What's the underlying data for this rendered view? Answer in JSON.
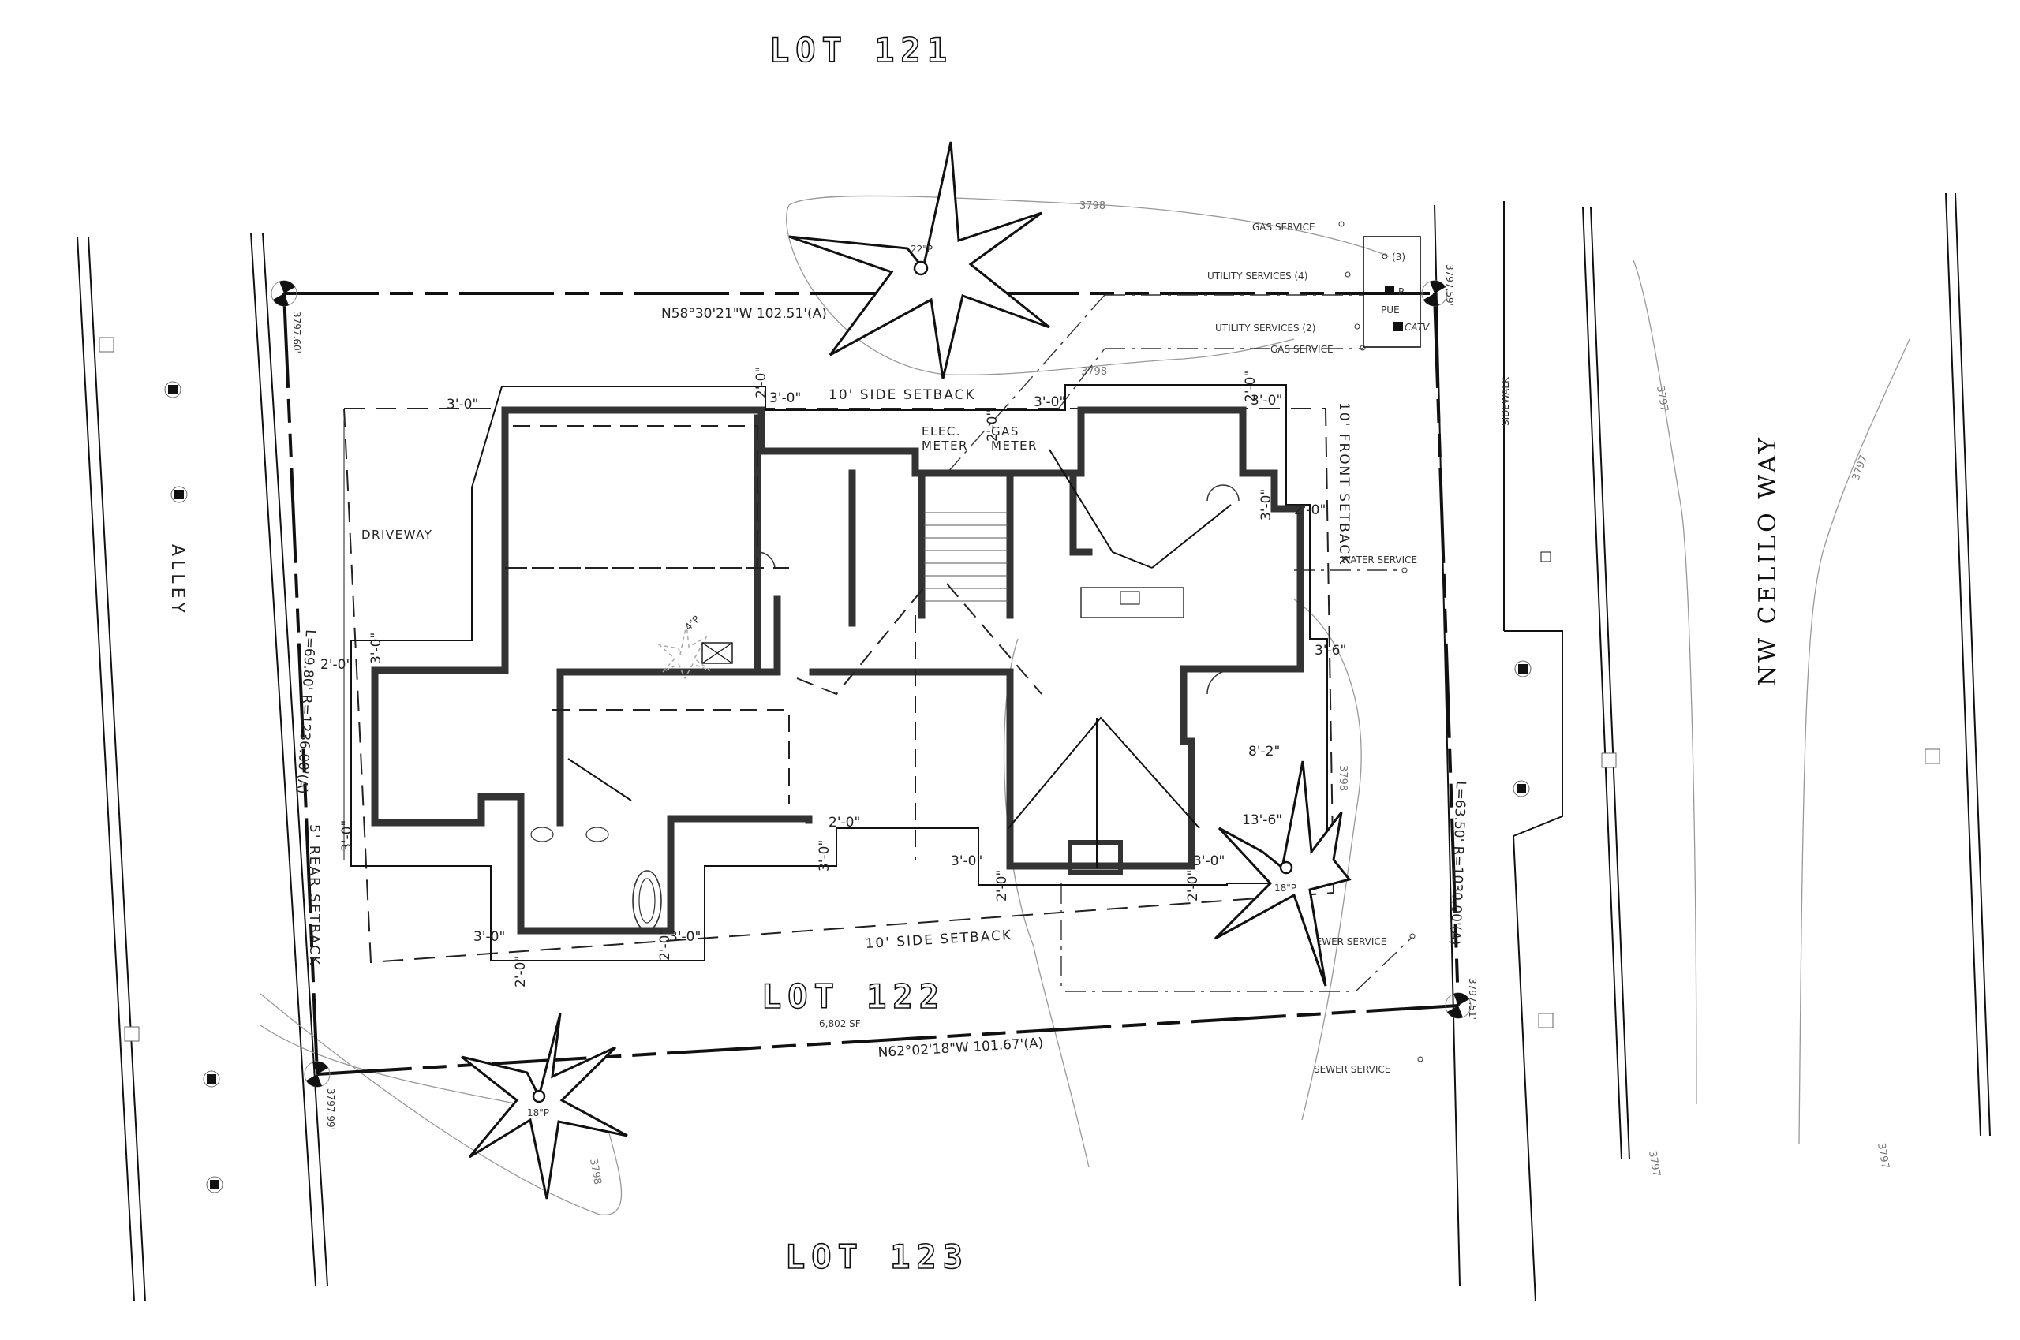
{
  "lots": {
    "north": "LOT 121",
    "subject": "LOT 122",
    "subject_area": "6,802 SF",
    "south": "LOT 123"
  },
  "streets": {
    "front": "NW CELILO WAY",
    "rear": "ALLEY",
    "sidewalk": "SIDEWALK"
  },
  "boundaries": {
    "north_bearing": "N58°30'21\"W   102.51'(A)",
    "south_bearing": "N62°02'18\"W   101.67'(A)",
    "rear_curve": "L=69.80'  R=1236.00'(A)",
    "front_curve": "L=63.50'  R=1030.00'(A)"
  },
  "corner_elevations": {
    "nw": "3797.60'",
    "ne": "3797.59'",
    "se": "3797.51'",
    "sw": "3797.99'"
  },
  "setbacks": {
    "north_side": "10' SIDE SETBACK",
    "south_side": "10' SIDE SETBACK",
    "front": "10' FRONT SETBACK",
    "rear": "5' REAR SETBACK"
  },
  "utilities": {
    "gas_service_top": "GAS SERVICE",
    "utility_services_4": "UTILITY SERVICES (4)",
    "utility_services_2": "UTILITY SERVICES (2)",
    "gas_service_2": "GAS SERVICE",
    "count_3": "(3)",
    "pue": "PUE",
    "catv": "CATV",
    "p_marker": "P",
    "water_service": "WATER SERVICE",
    "sewer_service_1": "SEWER SERVICE",
    "sewer_service_2": "SEWER SERVICE",
    "elec_meter": [
      "ELEC.",
      "METER"
    ],
    "gas_meter": [
      "GAS",
      "METER"
    ]
  },
  "site_labels": {
    "driveway": "DRIVEWAY"
  },
  "trees": [
    {
      "label": "22\"P"
    },
    {
      "label": "18\"P"
    },
    {
      "label": "18\"P"
    },
    {
      "label": "4\"P"
    }
  ],
  "contours": [
    "3798",
    "3798",
    "3798",
    "3798",
    "3797",
    "3797",
    "3797",
    "3797"
  ],
  "dimensions": {
    "d3_0": "3'-0\"",
    "d2_0": "2'-0\"",
    "d8_2": "8'-2\"",
    "d13_6": "13'-6\"",
    "d3_6": "3'-6\""
  }
}
